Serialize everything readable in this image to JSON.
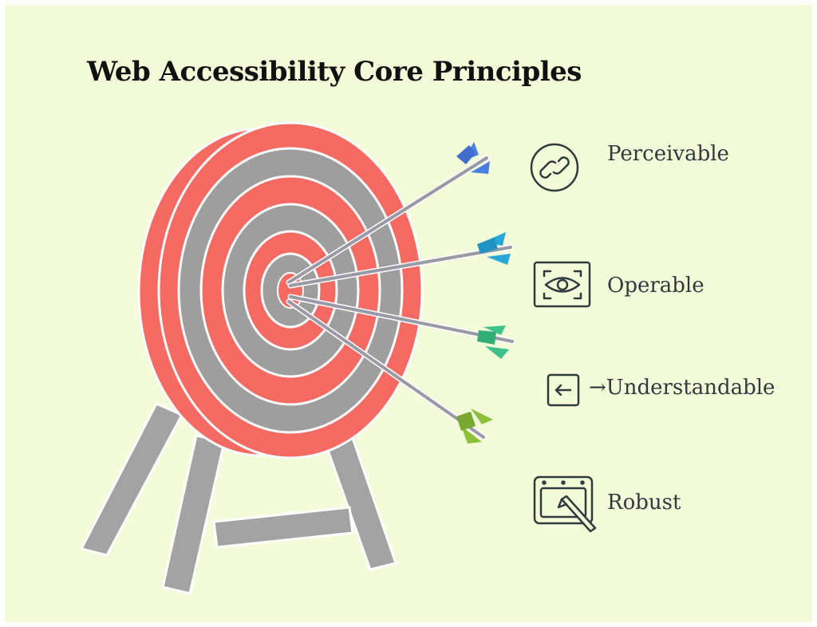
{
  "title": "Web Accessibility Core Principles",
  "principles": [
    {
      "label": "Perceivable",
      "icon": "link-icon",
      "arrow_color": "#4a7ee0"
    },
    {
      "label": "Operable",
      "icon": "eye-scan-icon",
      "arrow_color": "#2aa6d9"
    },
    {
      "label": "Understandable",
      "icon": "arrow-left-right-icon",
      "arrow_color": "#3ec28a"
    },
    {
      "label": "Robust",
      "icon": "tablet-stylus-icon",
      "arrow_color": "#8cbf3a"
    }
  ],
  "icon_glyphs": {
    "understandable_arrow": "→"
  },
  "colors": {
    "background": "#f3fbd9",
    "target_red": "#f56a63",
    "target_gray": "#9e9e9e",
    "icon_stroke": "#2f3a3f"
  }
}
